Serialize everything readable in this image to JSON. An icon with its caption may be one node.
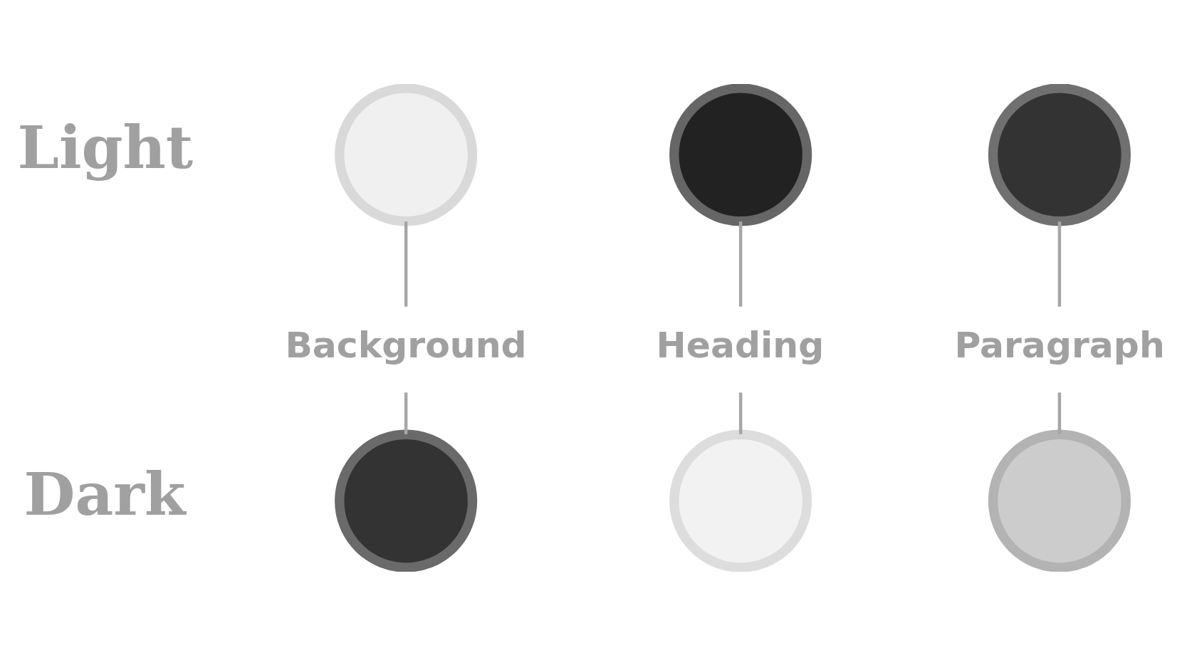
{
  "diagram": {
    "nodes": [
      {
        "text": [],
        "shape": "circle"
      },
      {
        "text": [],
        "shape": "circle"
      },
      {
        "text": [],
        "shape": "circle"
      },
      {
        "text": [
          "Background"
        ]
      },
      {
        "text": [
          "Heading"
        ]
      },
      {
        "text": [
          "Paragraph"
        ]
      },
      {
        "text": [],
        "shape": "circle"
      },
      {
        "text": [],
        "shape": "circle"
      },
      {
        "text": [],
        "shape": "circle"
      }
    ],
    "edges": [
      {
        "from": 0,
        "to": 3,
        "arrow": "none"
      },
      {
        "from": 1,
        "to": 4,
        "arrow": "none"
      },
      {
        "from": 2,
        "to": 5,
        "arrow": "none"
      },
      {
        "from": 3,
        "to": 6,
        "arrow": "none"
      },
      {
        "from": 4,
        "to": 7,
        "arrow": "none"
      },
      {
        "from": 5,
        "to": 8,
        "arrow": "none"
      }
    ],
    "labels": [
      "Light",
      "Dark"
    ]
  }
}
